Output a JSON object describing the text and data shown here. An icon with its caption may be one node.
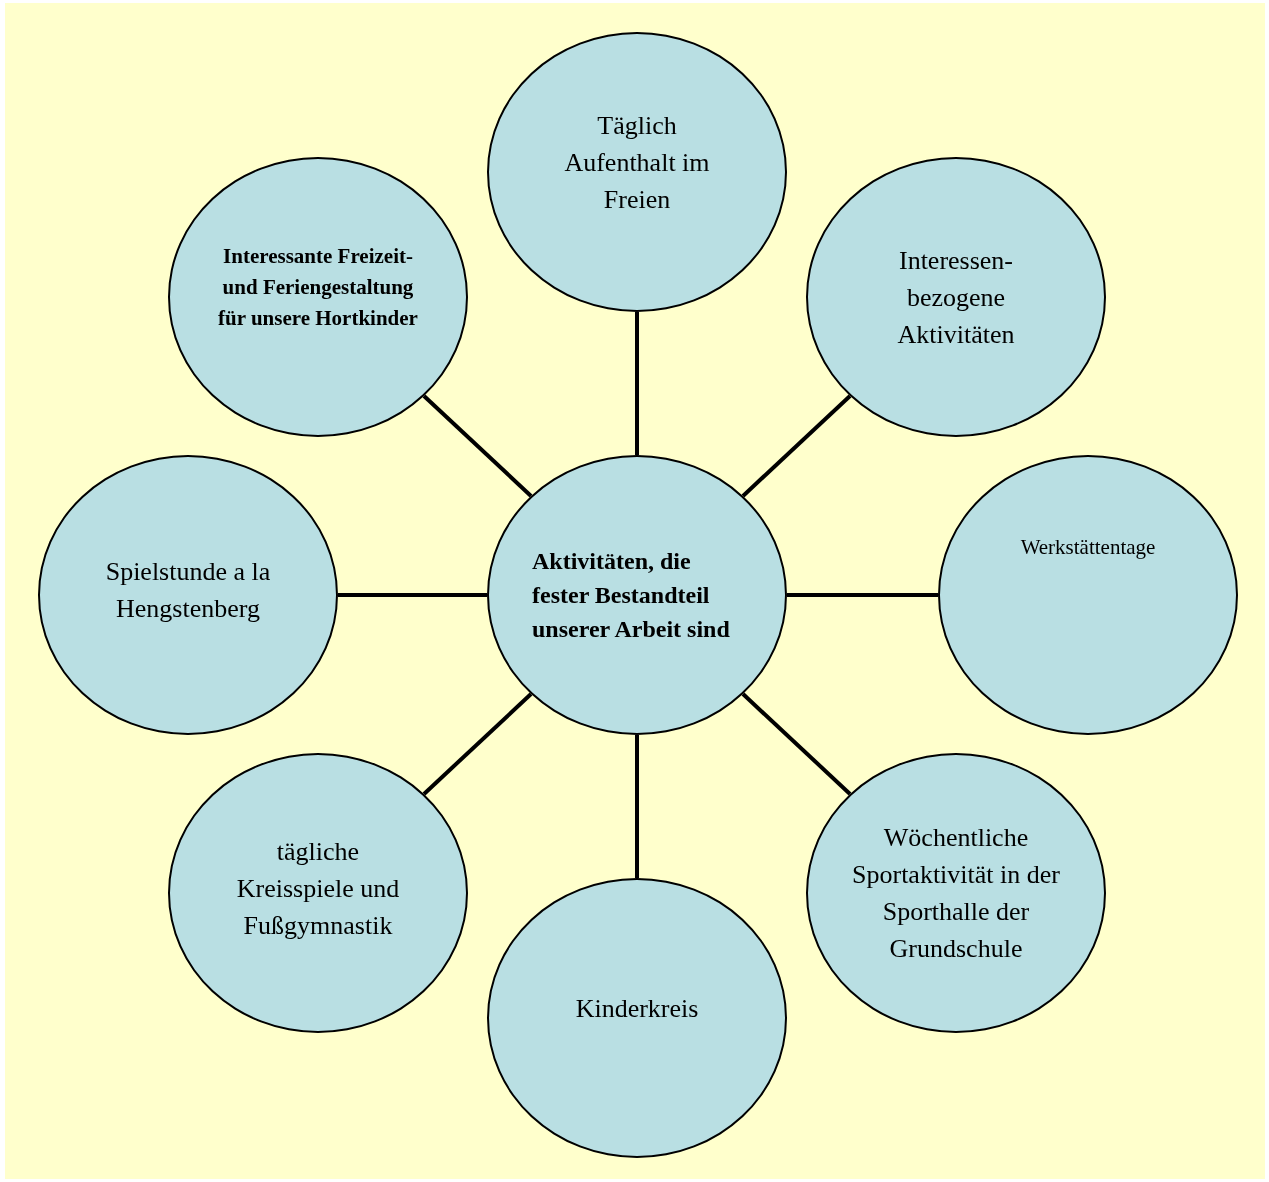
{
  "diagram": {
    "nodes": [
      {
        "text": [
          "Aktivitäten, die fester Bestandteil unserer Arbeit sind"
        ]
      },
      {
        "text": [
          "Täglich Aufenthalt im Freien"
        ]
      },
      {
        "text": [
          "Interessen- bezogene Aktivitäten"
        ]
      },
      {
        "text": [
          "Werkstättentage"
        ]
      },
      {
        "text": [
          "Wöchentliche Sportaktivität in der Sporthalle der Grundschule"
        ]
      },
      {
        "text": [
          "Kinderkreis"
        ]
      },
      {
        "text": [
          "tägliche Kreisspiele und Fußgymnastik"
        ]
      },
      {
        "text": [
          "Spielstunde a la Hengstenberg"
        ]
      },
      {
        "text": [
          "Interessante Freizeit- und Feriengestaltung für unsere Hortkinder"
        ]
      }
    ],
    "edges": [
      {
        "from": 0,
        "to": 1,
        "arrow": "none"
      },
      {
        "from": 0,
        "to": 2,
        "arrow": "none"
      },
      {
        "from": 0,
        "to": 3,
        "arrow": "none"
      },
      {
        "from": 0,
        "to": 4,
        "arrow": "none"
      },
      {
        "from": 0,
        "to": 5,
        "arrow": "none"
      },
      {
        "from": 0,
        "to": 6,
        "arrow": "none"
      },
      {
        "from": 0,
        "to": 7,
        "arrow": "none"
      },
      {
        "from": 0,
        "to": 8,
        "arrow": "none"
      }
    ]
  }
}
